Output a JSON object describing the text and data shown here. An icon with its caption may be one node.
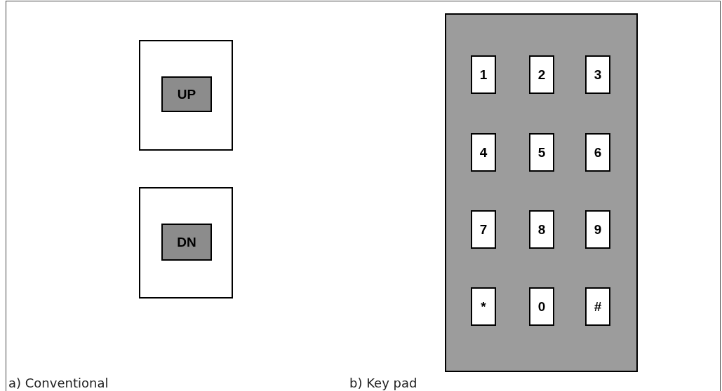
{
  "diagram": {
    "nodes": [
      {
        "text": [],
        "shape": "box"
      },
      {
        "text": [
          "UP"
        ],
        "in": 0
      },
      {
        "text": [],
        "shape": "box"
      },
      {
        "text": [
          "DN"
        ],
        "in": 2
      },
      {
        "text": [],
        "shape": "box"
      },
      {
        "text": [
          "1"
        ],
        "in": 4
      },
      {
        "text": [
          "2"
        ],
        "in": 4
      },
      {
        "text": [
          "3"
        ],
        "in": 4
      },
      {
        "text": [
          "4"
        ],
        "in": 4
      },
      {
        "text": [
          "5"
        ],
        "in": 4
      },
      {
        "text": [
          "6"
        ],
        "in": 4
      },
      {
        "text": [
          "7"
        ],
        "in": 4
      },
      {
        "text": [
          "8"
        ],
        "in": 4
      },
      {
        "text": [
          "9"
        ],
        "in": 4
      },
      {
        "text": [
          "*"
        ],
        "in": 4
      },
      {
        "text": [
          "0"
        ],
        "in": 4
      },
      {
        "text": [
          "#"
        ],
        "in": 4
      }
    ],
    "edges": [],
    "labels": [
      "a) Conventional",
      "b) Key pad"
    ]
  }
}
